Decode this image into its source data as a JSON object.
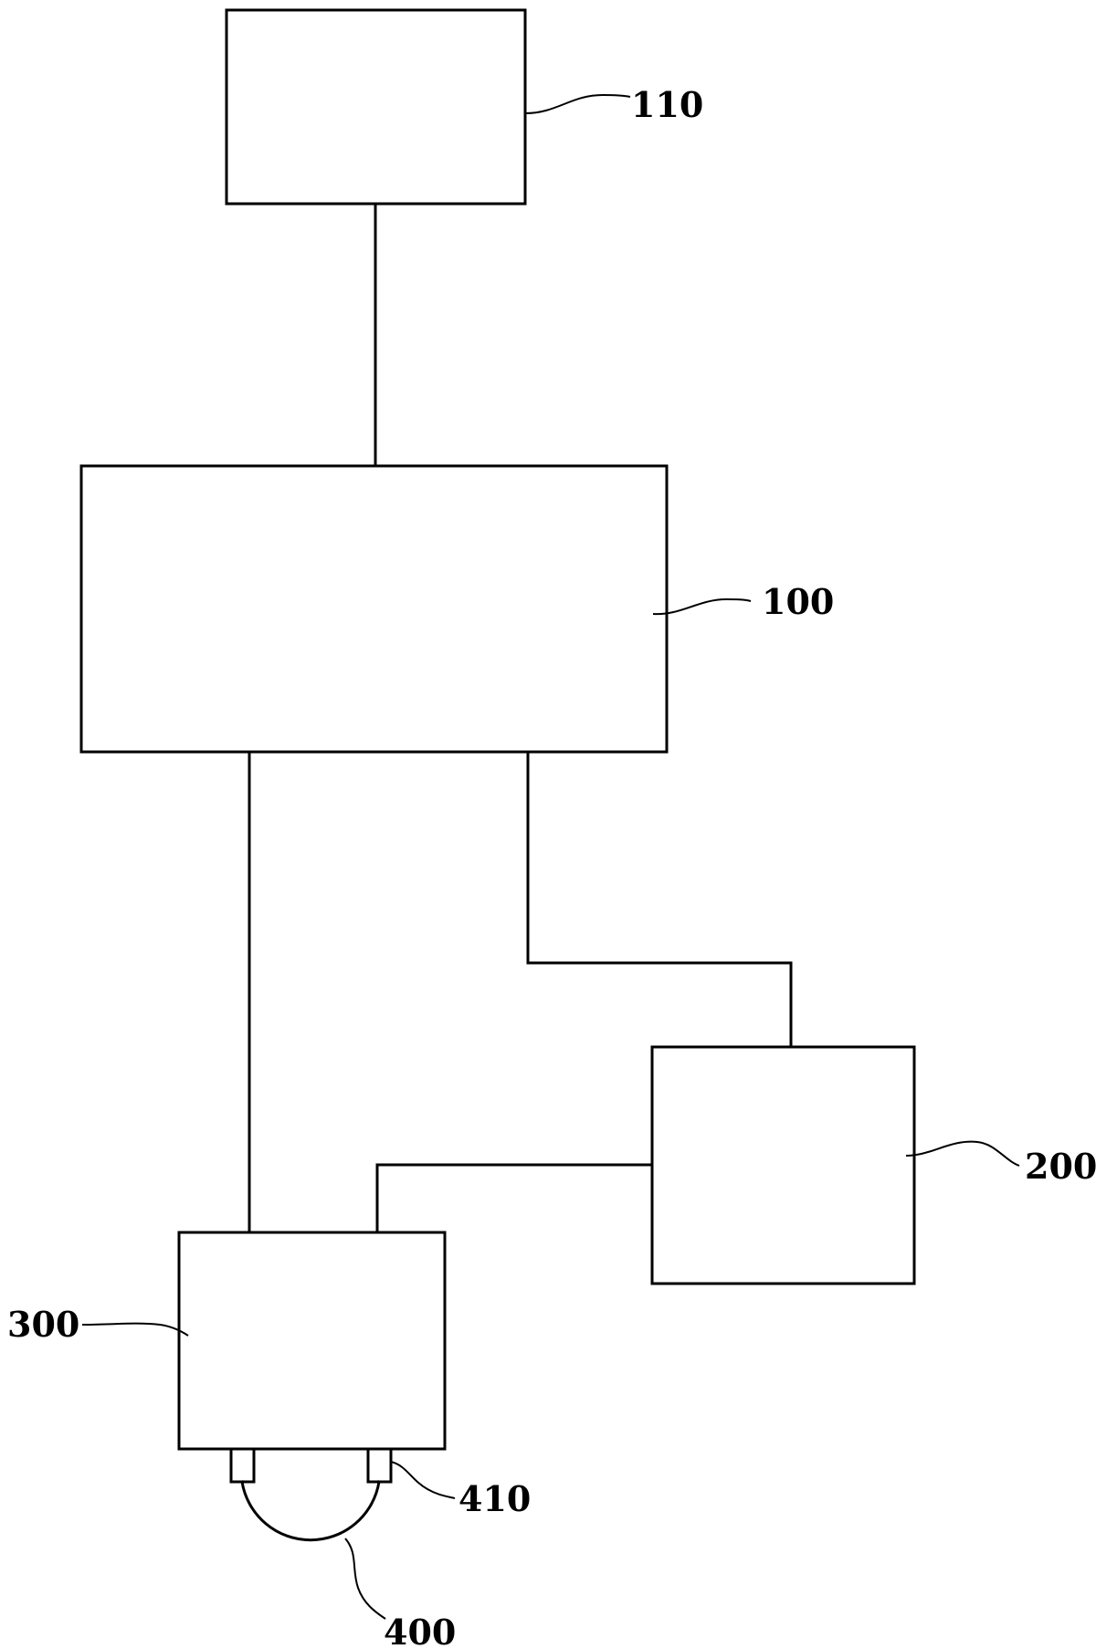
{
  "labels": {
    "block_110": "110",
    "block_100": "100",
    "block_200": "200",
    "block_300": "300",
    "probe_400": "400",
    "terminal_410": "410"
  },
  "colors": {
    "line": "#000000",
    "background": "#ffffff"
  }
}
